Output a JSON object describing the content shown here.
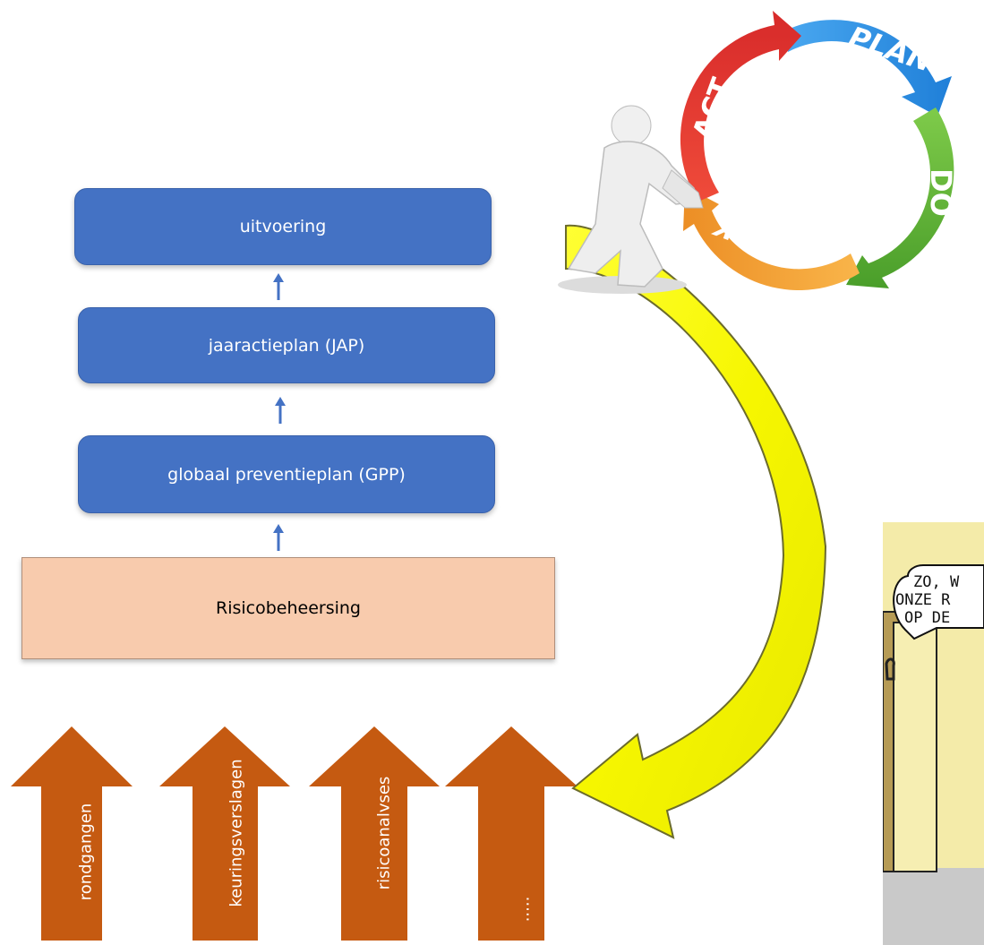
{
  "diagram": {
    "boxes": {
      "uitvoering": "uitvoering",
      "jap": "jaaractieplan (JAP)",
      "gpp": "globaal preventieplan (GPP)",
      "risico": "Risicobeheersing"
    },
    "inputs": [
      "rondgangen",
      "keuringsverslagen",
      "risicoanalvses",
      "....."
    ],
    "pdca": {
      "plan": "PLAN",
      "do": "DO",
      "check": "CHECK",
      "act": "ACT"
    },
    "comic_lines": [
      "ZO, W",
      "ONZE R",
      "OP DE"
    ]
  },
  "colors": {
    "box_blue": "#4472c4",
    "risk_box": "#f8cbad",
    "input_arrow": "#c55a11",
    "small_arrow": "#4472c4",
    "curve_arrow": "#ffff00",
    "pdca_plan": "#2e8fe0",
    "pdca_do": "#6cb83a",
    "pdca_check": "#f4a53a",
    "pdca_act": "#e53935"
  }
}
